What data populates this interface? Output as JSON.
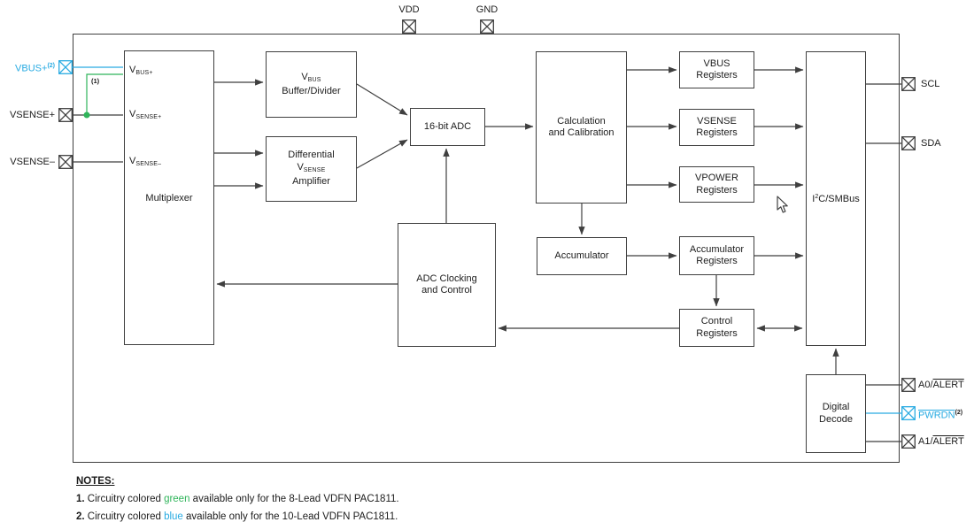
{
  "colors": {
    "blue": "#29ABE2",
    "green": "#2FB45A",
    "line": "#3F3F3F",
    "ink": "#1C1C1C"
  },
  "top_pins": {
    "vdd": "VDD",
    "gnd": "GND"
  },
  "left_pins": {
    "vbus_plus": {
      "text": "VBUS+",
      "sup": "(2)"
    },
    "vsense_plus": {
      "text": "VSENSE+"
    },
    "vsense_minus": {
      "text": "VSENSE–"
    }
  },
  "right_pins": {
    "scl": {
      "text": "SCL"
    },
    "sda": {
      "text": "SDA"
    },
    "a0_alert": {
      "prefix": "A0/",
      "overline": "ALERT"
    },
    "pwrdn": {
      "overline": "PWRDN",
      "sup": "(2)"
    },
    "a1_alert": {
      "prefix": "A1/",
      "overline": "ALERT"
    }
  },
  "wire_note": "(1)",
  "blocks": {
    "multiplexer": {
      "label": "Multiplexer",
      "inputs": [
        {
          "main": "V",
          "sub": "BUS+"
        },
        {
          "main": "V",
          "sub": "SENSE+"
        },
        {
          "main": "V",
          "sub": "SENSE–"
        }
      ]
    },
    "vbus_buffer": {
      "line1_main": "V",
      "line1_sub": "BUS",
      "line2": "Buffer/Divider"
    },
    "diff_amp": {
      "line1": "Differential",
      "line2_main": "V",
      "line2_sub": "SENSE",
      "line3": "Amplifier"
    },
    "adc": {
      "label": "16-bit ADC"
    },
    "calc": {
      "line1": "Calculation",
      "line2": "and Calibration"
    },
    "adc_clocking": {
      "line1": "ADC Clocking",
      "line2": "and Control"
    },
    "accumulator": {
      "label": "Accumulator"
    },
    "vbus_registers": {
      "line1": "VBUS",
      "line2": "Registers"
    },
    "vsense_registers": {
      "line1": "VSENSE",
      "line2": "Registers"
    },
    "vpower_registers": {
      "line1": "VPOWER",
      "line2": "Registers"
    },
    "accumulator_registers": {
      "line1": "Accumulator",
      "line2": "Registers"
    },
    "control_registers": {
      "line1": "Control",
      "line2": "Registers"
    },
    "i2c": {
      "pre": "I",
      "sup": "2",
      "post": "C/SMBus"
    },
    "digital_decode": {
      "line1": "Digital",
      "line2": "Decode"
    }
  },
  "notes": {
    "heading": "NOTES:",
    "items": [
      {
        "num": "1.",
        "pre": " Circuitry colored ",
        "word": "green",
        "post": " available only for the 8-Lead VDFN PAC1811."
      },
      {
        "num": "2.",
        "pre": " Circuitry colored ",
        "word": "blue",
        "post": " available only for the 10-Lead VDFN PAC1811."
      }
    ]
  }
}
